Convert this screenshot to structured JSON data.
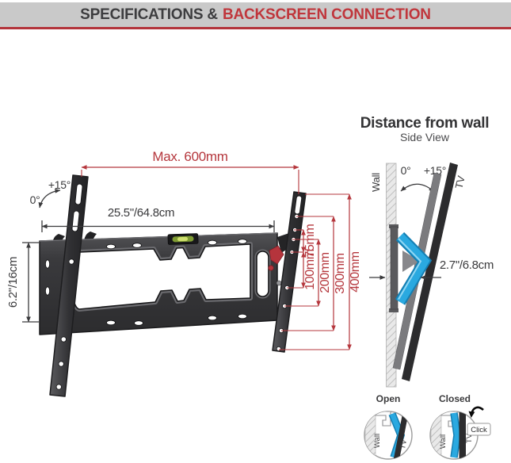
{
  "header": {
    "title_dark": "SPECIFICATIONS &",
    "title_red": "BACKSCREEN CONNECTION"
  },
  "mount": {
    "max_width": "Max. 600mm",
    "bracket_width": "25.5\"/64.8cm",
    "plate_height": "6.2\"/16cm",
    "tilt_max": "+15°",
    "tilt_min": "0°",
    "vesa": {
      "v75": "75mm",
      "v100": "100mm",
      "v200": "200mm",
      "v300": "300mm",
      "v400": "400mm"
    }
  },
  "side_view": {
    "title": "Distance from wall",
    "subtitle": "Side View",
    "wall": "Wall",
    "tv": "TV",
    "tilt_min": "0°",
    "tilt_max": "+15°",
    "wall_distance": "2.7\"/6.8cm"
  },
  "insets": {
    "open": {
      "label": "Open",
      "wall": "Wall",
      "tv": "TV"
    },
    "closed": {
      "label": "Closed",
      "wall": "Wall",
      "tv": "TV",
      "click": "Click"
    }
  },
  "colors": {
    "accent_red": "#b5373d",
    "blue": "#2aa9e0",
    "dark": "#3a3a3c",
    "header_bg": "#c9c9c9",
    "level_green": "#7f9c33"
  }
}
